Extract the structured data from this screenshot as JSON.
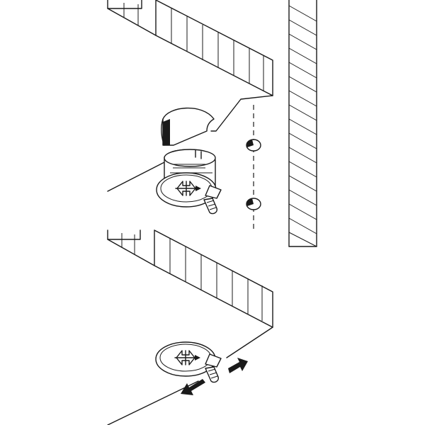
{
  "figure": {
    "panels": [
      "upper-assembly",
      "lower-assembly"
    ],
    "adjustment_directions": [
      "left",
      "right"
    ]
  }
}
